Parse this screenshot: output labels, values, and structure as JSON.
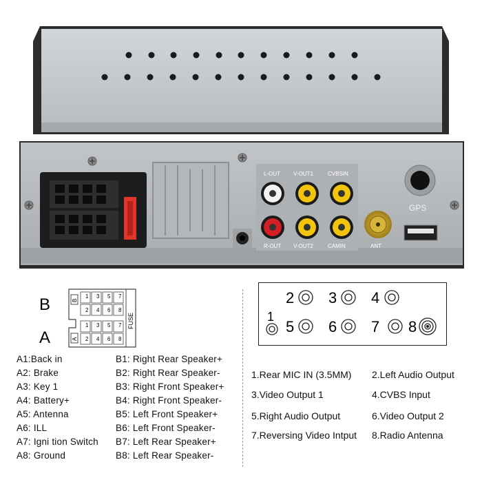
{
  "photo": {
    "connector_labels": {
      "l_out": "L-OUT",
      "v_out1": "V-OUT1",
      "cvbsin": "CVBSIN",
      "r_out": "R-OUT",
      "v_out2": "V-OUT2",
      "camin": "CAMIN",
      "ant": "ANT",
      "gps": "GPS"
    }
  },
  "pin_diagram": {
    "row_b_label": "B",
    "row_a_label": "A",
    "fuse_label": "FUSE",
    "b_small": "B",
    "a_small": "A",
    "pins": [
      "1",
      "2",
      "3",
      "4",
      "5",
      "6",
      "7",
      "8"
    ]
  },
  "pins_a": [
    "A1:Back    in",
    "A2: Brake",
    "A3: Key 1",
    "A4: Battery+",
    "A5: Antenna",
    "A6: ILL",
    "A7:  Igni tion Switch",
    "A8: Ground"
  ],
  "pins_b": [
    "B1: Right Rear Speaker+",
    "B2: Right Rear Speaker-",
    "B3: Right Front Speaker+",
    "B4: Right Front Speaker-",
    "B5: Left Front Speaker+",
    "B6: Left Front Speaker-",
    "B7: Left Rear Speaker+",
    "B8: Left Rear Speaker-"
  ],
  "port_numbers": [
    "1",
    "2",
    "3",
    "4",
    "5",
    "6",
    "7",
    "8"
  ],
  "outputs": [
    "1.Rear MIC IN (3.5MM)",
    "2.Left Audio Output",
    "3.Video Output 1",
    "4.CVBS Input",
    "5.Right Audio Output",
    "6.Video Output 2",
    "7.Reversing Video Intput",
    "8.Radio Antenna"
  ],
  "colors": {
    "case_top": "#c9cdd1",
    "panel": "#b9bcbf",
    "rca_white": "#f2f2f2",
    "rca_red": "#d41f25",
    "rca_yellow": "#f2c40c",
    "antenna_gold": "#c9a42a",
    "fuse_red": "#e0362a"
  }
}
